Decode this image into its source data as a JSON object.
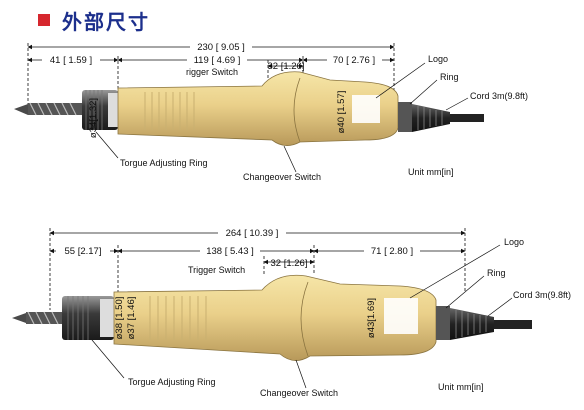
{
  "section": {
    "title": "外部尺寸",
    "marker_color": "#d6272e",
    "title_color": "#1c2f8c"
  },
  "top_drawing": {
    "dims": {
      "overall": "230 [ 9.05 ]",
      "nose": "41 [ 1.59 ]",
      "body": "119 [ 4.69 ]",
      "trigger": "32 [1.26]",
      "rear": "70 [ 2.76 ]",
      "dia_front": "ø34[1.32]",
      "dia_body": "ø40 [1.57]"
    },
    "labels": {
      "trigger_switch": "rigger Switch",
      "logo": "Logo",
      "ring": "Ring",
      "cord": "Cord 3m(9.8ft)",
      "torque_ring": "Torgue Adjusting Ring",
      "changeover": "Changeover Switch",
      "unit": "Unit  mm[in]"
    }
  },
  "bottom_drawing": {
    "dims": {
      "overall": "264 [ 10.39 ]",
      "nose": "55 [2.17]",
      "body": "138 [ 5.43 ]",
      "trigger": "32 [1.26]",
      "rear": "71 [ 2.80 ]",
      "dia_a": "ø38 [1.50]",
      "dia_b": "ø37 [1.46]",
      "dia_body": "ø43[1.69]"
    },
    "labels": {
      "trigger_switch": "Trigger Switch",
      "logo": "Logo",
      "ring": "Ring",
      "cord": "Cord 3m(9.8ft)",
      "torque_ring": "Torgue Adjusting Ring",
      "changeover": "Changeover Switch",
      "unit": "Unit  mm[in]"
    }
  }
}
